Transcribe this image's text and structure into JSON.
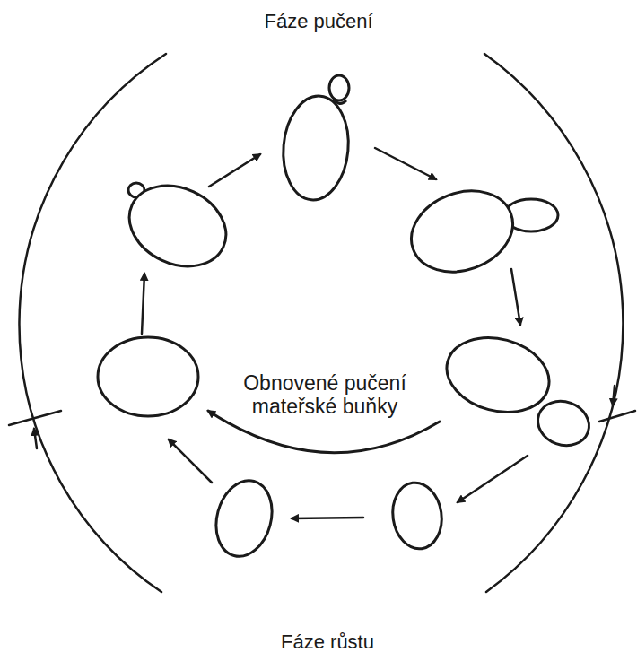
{
  "diagram": {
    "labels": [
      "Fáze pučení",
      "Obnovené pučení mateřské buňky",
      "Fáze růstu"
    ]
  }
}
